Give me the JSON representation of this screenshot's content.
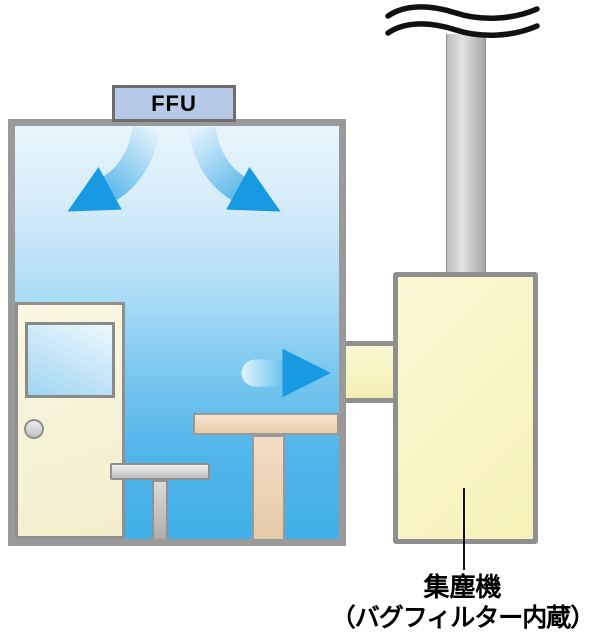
{
  "diagram_title_implied": "FFU cleanroom booth with dust collector",
  "labels": {
    "ffu": "FFU",
    "collector_name": "集塵機",
    "collector_sub": "（バグフィルター内蔵）"
  },
  "icons": {
    "exhaust-wave-icon": "two black tilde wave strokes marking pipe break",
    "airflow-down-left-arrow-icon": "blue tapered curved arrow from FFU toward lower-left",
    "airflow-down-right-arrow-icon": "blue tapered curved arrow from FFU toward lower-right",
    "airflow-right-arrow-icon": "blue horizontal arrow fading in from left, pointing into duct"
  },
  "colors": {
    "arrow_blue": "#179ae2",
    "room_gradient_top": "#e8f5fc",
    "room_gradient_bottom": "#41afe8",
    "room_border_gray": "#9a9a9a",
    "ffu_fill": "#b7cbe8",
    "ffu_border": "#6d6d6d",
    "collector_fill": "#f8f4c6",
    "collector_border": "#8f8f8f",
    "door_fill": "#f8f4da",
    "table_tan": "#eed7b8",
    "metal_gray": "#c6c6c6",
    "ink_black": "#111111",
    "background": "#ffffff"
  }
}
